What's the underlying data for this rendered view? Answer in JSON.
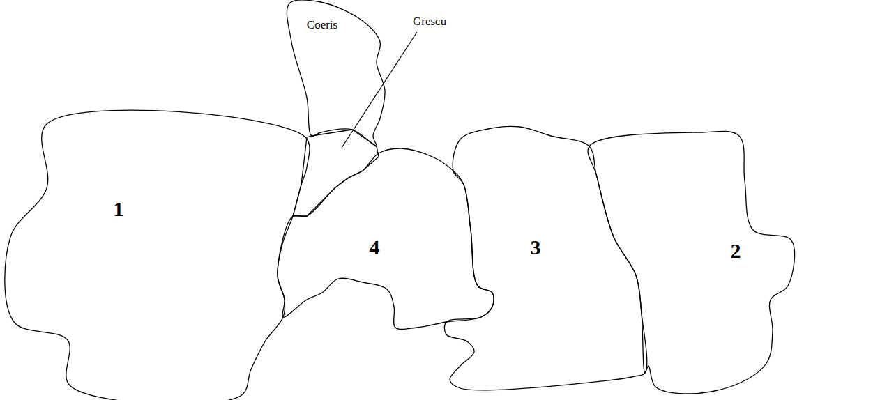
{
  "diagram": {
    "nodes": [
      {
        "text": [
          "Coeris"
        ]
      },
      {
        "text": [
          "1"
        ]
      },
      {
        "text": [
          "4"
        ]
      },
      {
        "text": [
          "3"
        ]
      },
      {
        "text": [
          "2"
        ]
      }
    ],
    "labels": [
      "Grescu"
    ]
  }
}
